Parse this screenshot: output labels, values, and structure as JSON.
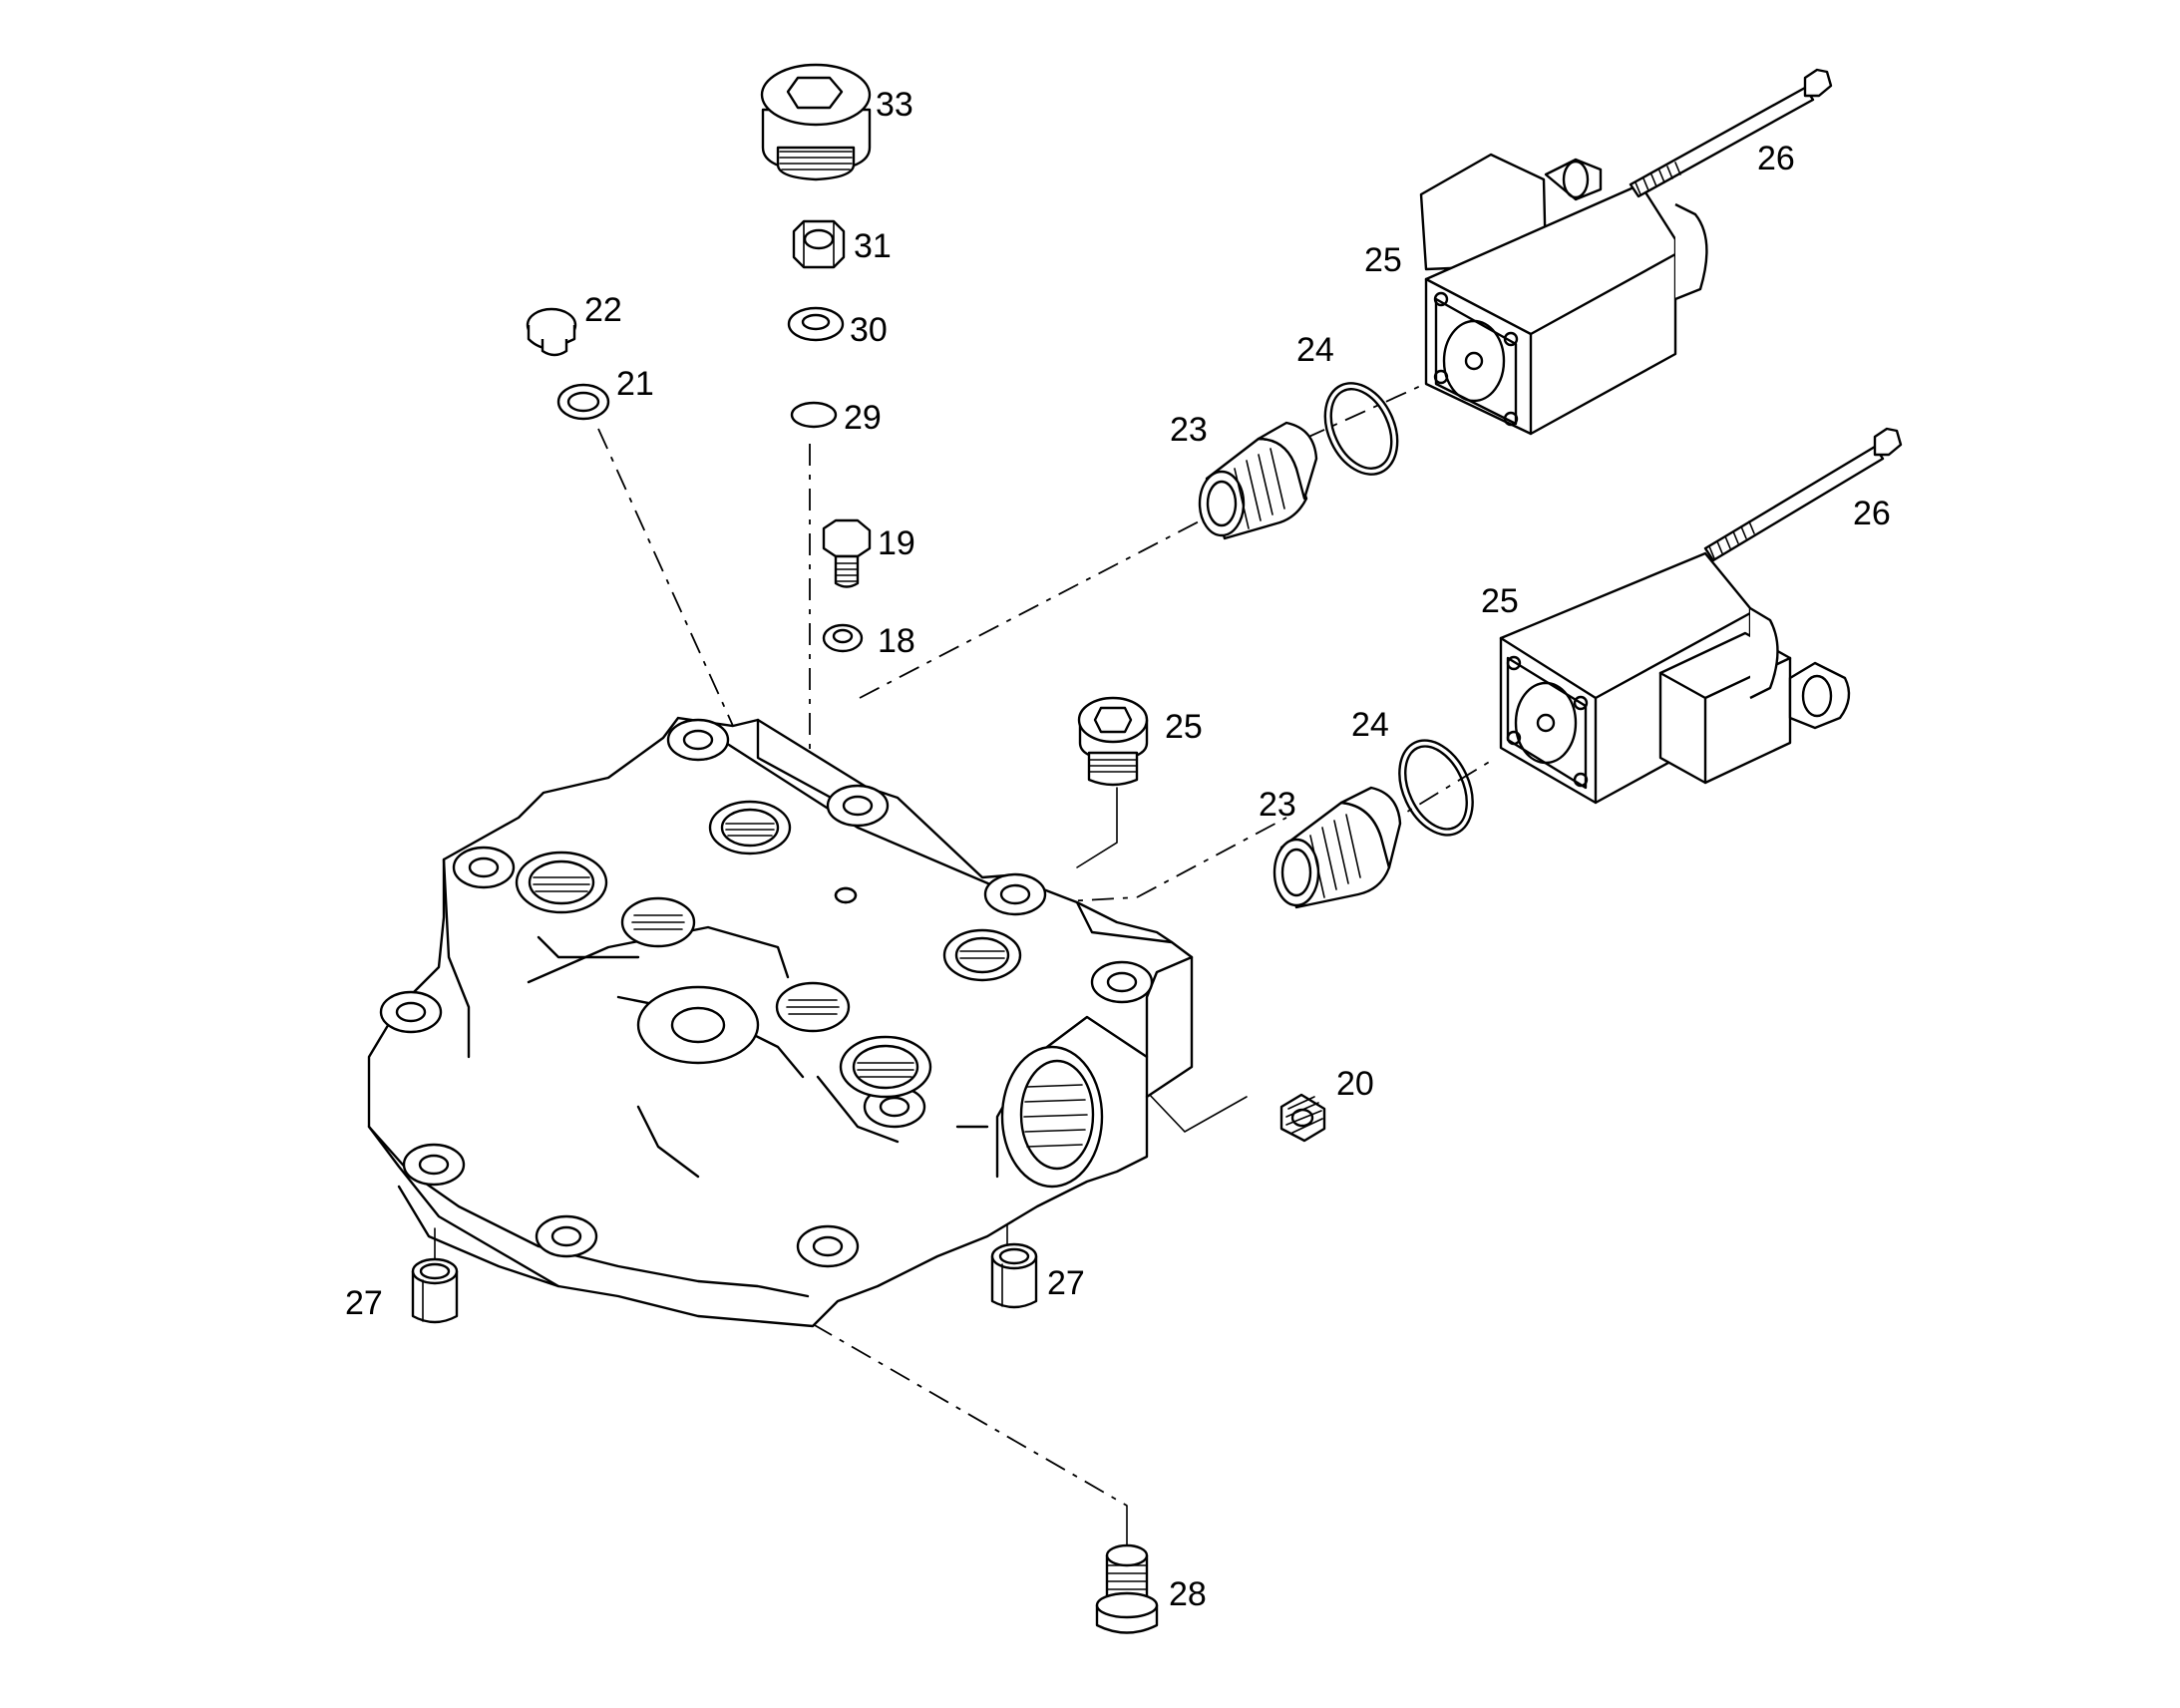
{
  "callouts": [
    {
      "id": "c33",
      "text": "33"
    },
    {
      "id": "c31",
      "text": "31"
    },
    {
      "id": "c30",
      "text": "30"
    },
    {
      "id": "c29",
      "text": "29"
    },
    {
      "id": "c22",
      "text": "22"
    },
    {
      "id": "c21",
      "text": "21"
    },
    {
      "id": "c19",
      "text": "19"
    },
    {
      "id": "c18",
      "text": "18"
    },
    {
      "id": "c26a",
      "text": "26"
    },
    {
      "id": "c25a",
      "text": "25"
    },
    {
      "id": "c24a",
      "text": "24"
    },
    {
      "id": "c23a",
      "text": "23"
    },
    {
      "id": "c26b",
      "text": "26"
    },
    {
      "id": "c25b",
      "text": "25"
    },
    {
      "id": "c24b",
      "text": "24"
    },
    {
      "id": "c23b",
      "text": "23"
    },
    {
      "id": "c25c",
      "text": "25"
    },
    {
      "id": "c20",
      "text": "20"
    },
    {
      "id": "c27a",
      "text": "27"
    },
    {
      "id": "c27b",
      "text": "27"
    },
    {
      "id": "c28",
      "text": "28"
    }
  ]
}
